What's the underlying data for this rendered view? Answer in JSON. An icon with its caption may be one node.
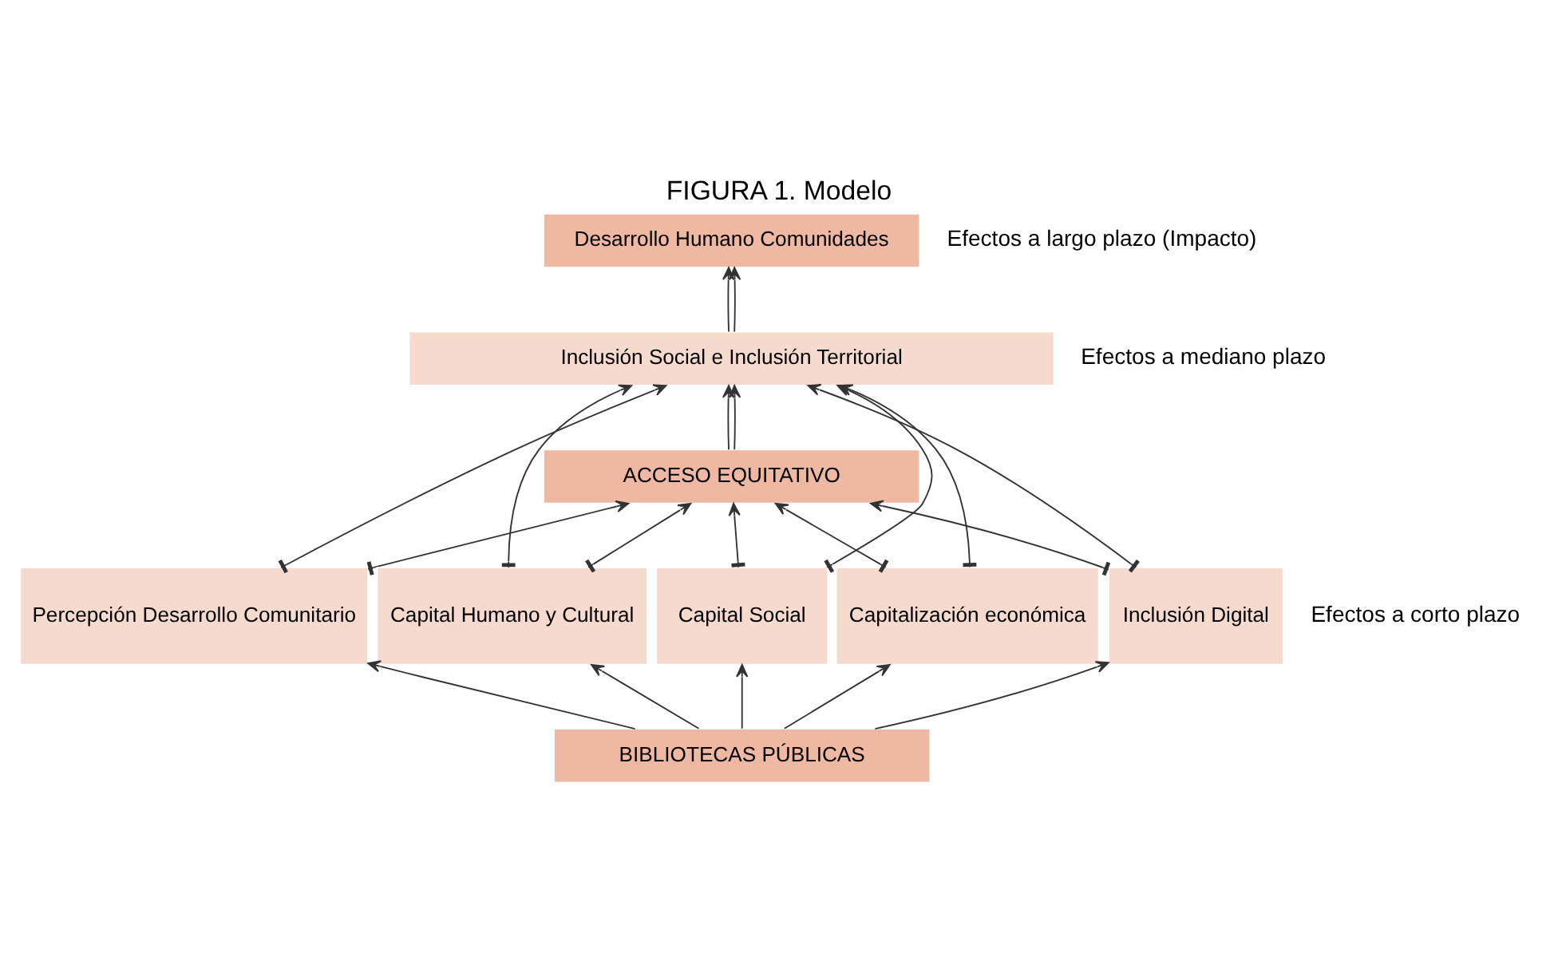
{
  "diagram": {
    "title": "FIGURA 1. Modelo",
    "nodes": [
      {
        "text": [
          "Desarrollo Humano Comunidades"
        ]
      },
      {
        "text": [
          "Inclusión Social e Inclusión Territorial"
        ]
      },
      {
        "text": [
          "ACCESO EQUITATIVO"
        ]
      },
      {
        "text": [
          "Percepción Desarrollo Comunitario"
        ]
      },
      {
        "text": [
          "Capital Humano y Cultural"
        ]
      },
      {
        "text": [
          "Capital Social"
        ]
      },
      {
        "text": [
          "Capitalización económica"
        ]
      },
      {
        "text": [
          "Inclusión Digital"
        ]
      },
      {
        "text": [
          "BIBLIOTECAS PÚBLICAS"
        ]
      }
    ],
    "edges": [
      {
        "from": 1,
        "to": 0,
        "arrow": "to"
      },
      {
        "from": 1,
        "to": 0,
        "arrow": "to"
      },
      {
        "from": 2,
        "to": 1,
        "arrow": "to"
      },
      {
        "from": 2,
        "to": 1,
        "arrow": "to"
      },
      {
        "from": 3,
        "to": 1,
        "arrow": "to"
      },
      {
        "from": 4,
        "to": 1,
        "arrow": "to"
      },
      {
        "from": 5,
        "to": 1,
        "arrow": "to"
      },
      {
        "from": 6,
        "to": 1,
        "arrow": "to"
      },
      {
        "from": 7,
        "to": 1,
        "arrow": "to"
      },
      {
        "from": 3,
        "to": 2,
        "arrow": "to"
      },
      {
        "from": 4,
        "to": 2,
        "arrow": "to"
      },
      {
        "from": 5,
        "to": 2,
        "arrow": "to"
      },
      {
        "from": 6,
        "to": 2,
        "arrow": "to"
      },
      {
        "from": 7,
        "to": 2,
        "arrow": "to"
      },
      {
        "from": 8,
        "to": 3,
        "arrow": "to"
      },
      {
        "from": 8,
        "to": 4,
        "arrow": "to"
      },
      {
        "from": 8,
        "to": 5,
        "arrow": "to"
      },
      {
        "from": 8,
        "to": 6,
        "arrow": "to"
      },
      {
        "from": 8,
        "to": 7,
        "arrow": "to"
      }
    ],
    "labels": [
      "Efectos a largo plazo (Impacto)",
      "Efectos a mediano plazo",
      "Efectos a corto plazo"
    ]
  }
}
